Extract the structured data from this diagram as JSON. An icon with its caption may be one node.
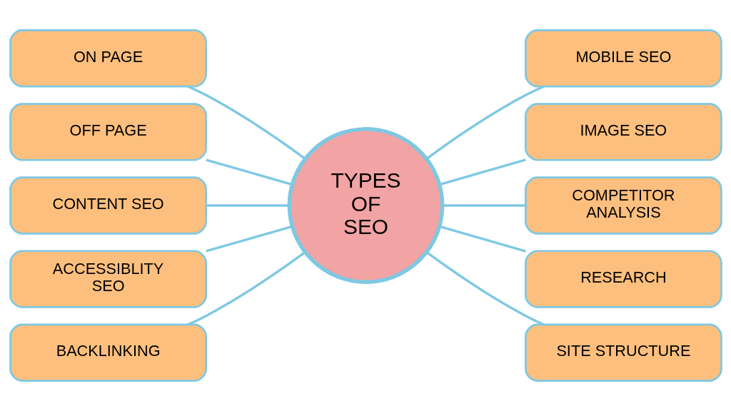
{
  "diagram": {
    "nodes": [
      {
        "text": [
          "TYPES OF SEO"
        ]
      },
      {
        "text": [
          "ON PAGE"
        ]
      },
      {
        "text": [
          "OFF PAGE"
        ]
      },
      {
        "text": [
          "CONTENT SEO"
        ]
      },
      {
        "text": [
          "ACCESSIBLITY SEO"
        ]
      },
      {
        "text": [
          "BACKLINKING"
        ]
      },
      {
        "text": [
          "MOBILE SEO"
        ]
      },
      {
        "text": [
          "IMAGE SEO"
        ]
      },
      {
        "text": [
          "COMPETITOR ANALYSIS"
        ]
      },
      {
        "text": [
          "RESEARCH"
        ]
      },
      {
        "text": [
          "SITE STRUCTURE"
        ]
      }
    ],
    "edges": [
      {
        "from": 1,
        "to": 0,
        "arrow": "none"
      },
      {
        "from": 2,
        "to": 0,
        "arrow": "none"
      },
      {
        "from": 3,
        "to": 0,
        "arrow": "none"
      },
      {
        "from": 4,
        "to": 0,
        "arrow": "none"
      },
      {
        "from": 5,
        "to": 0,
        "arrow": "none"
      },
      {
        "from": 0,
        "to": 6,
        "arrow": "none"
      },
      {
        "from": 0,
        "to": 7,
        "arrow": "none"
      },
      {
        "from": 0,
        "to": 8,
        "arrow": "none"
      },
      {
        "from": 0,
        "to": 9,
        "arrow": "none"
      },
      {
        "from": 0,
        "to": 10,
        "arrow": "none"
      }
    ]
  }
}
